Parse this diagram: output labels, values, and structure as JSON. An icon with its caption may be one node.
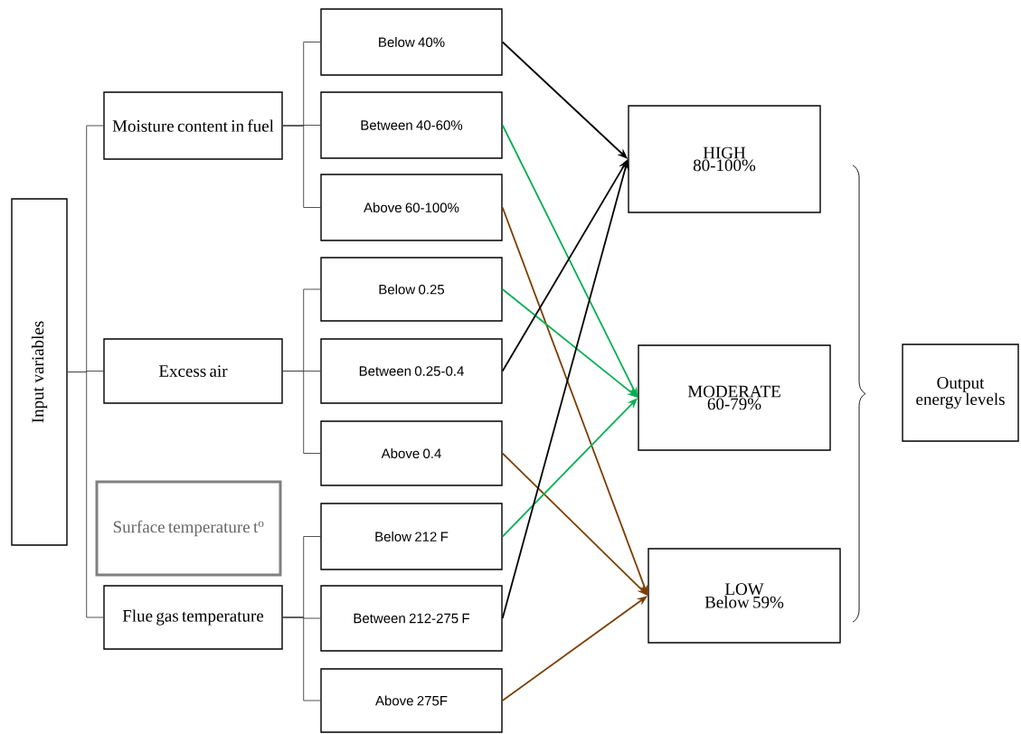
{
  "diagram": {
    "nodes": [
      {
        "text": [
          "Input variables"
        ]
      },
      {
        "text": [
          "Moisture content in fuel"
        ]
      },
      {
        "text": [
          "Excess air"
        ]
      },
      {
        "text": [
          "Surface temperature t$^{o}$"
        ]
      },
      {
        "text": [
          "Flue gas temperature"
        ]
      },
      {
        "text": [
          "Below 40%"
        ]
      },
      {
        "text": [
          "Between 40-60%"
        ]
      },
      {
        "text": [
          "Above 60-100%"
        ]
      },
      {
        "text": [
          "Below  0.25"
        ]
      },
      {
        "text": [
          "Between 0.25-0.4"
        ]
      },
      {
        "text": [
          "Above 0.4"
        ]
      },
      {
        "text": [
          "Below 212 F"
        ]
      },
      {
        "text": [
          "Between 212-275 F"
        ]
      },
      {
        "text": [
          "Above 275F"
        ]
      },
      {
        "text": [
          "HIGH",
          "80-100%"
        ]
      },
      {
        "text": [
          "MODERATE",
          "60-79%"
        ]
      },
      {
        "text": [
          "LOW",
          "Below 59%"
        ]
      },
      {
        "text": [
          "Output energy levels"
        ]
      }
    ],
    "edges": [
      {
        "from": 0,
        "to": 1,
        "arrow": "none"
      },
      {
        "from": 0,
        "to": 2,
        "arrow": "none"
      },
      {
        "from": 0,
        "to": 4,
        "arrow": "none"
      },
      {
        "from": 1,
        "to": 5,
        "arrow": "none"
      },
      {
        "from": 1,
        "to": 6,
        "arrow": "none"
      },
      {
        "from": 1,
        "to": 7,
        "arrow": "none"
      },
      {
        "from": 2,
        "to": 8,
        "arrow": "none"
      },
      {
        "from": 2,
        "to": 9,
        "arrow": "none"
      },
      {
        "from": 2,
        "to": 10,
        "arrow": "none"
      },
      {
        "from": 4,
        "to": 11,
        "arrow": "none"
      },
      {
        "from": 4,
        "to": 12,
        "arrow": "none"
      },
      {
        "from": 4,
        "to": 13,
        "arrow": "none"
      },
      {
        "from": 5,
        "to": 14,
        "arrow": "to",
        "color": "#000000"
      },
      {
        "from": 6,
        "to": 15,
        "arrow": "to",
        "color": "#00b050"
      },
      {
        "from": 7,
        "to": 16,
        "arrow": "to",
        "color": "#7b3f00"
      },
      {
        "from": 8,
        "to": 15,
        "arrow": "to",
        "color": "#00b050"
      },
      {
        "from": 9,
        "to": 14,
        "arrow": "to",
        "color": "#000000"
      },
      {
        "from": 10,
        "to": 16,
        "arrow": "to",
        "color": "#7b3f00"
      },
      {
        "from": 11,
        "to": 15,
        "arrow": "to",
        "color": "#00b050"
      },
      {
        "from": 12,
        "to": 14,
        "arrow": "to",
        "color": "#000000"
      },
      {
        "from": 13,
        "to": 16,
        "arrow": "to",
        "color": "#7b3f00"
      }
    ]
  }
}
